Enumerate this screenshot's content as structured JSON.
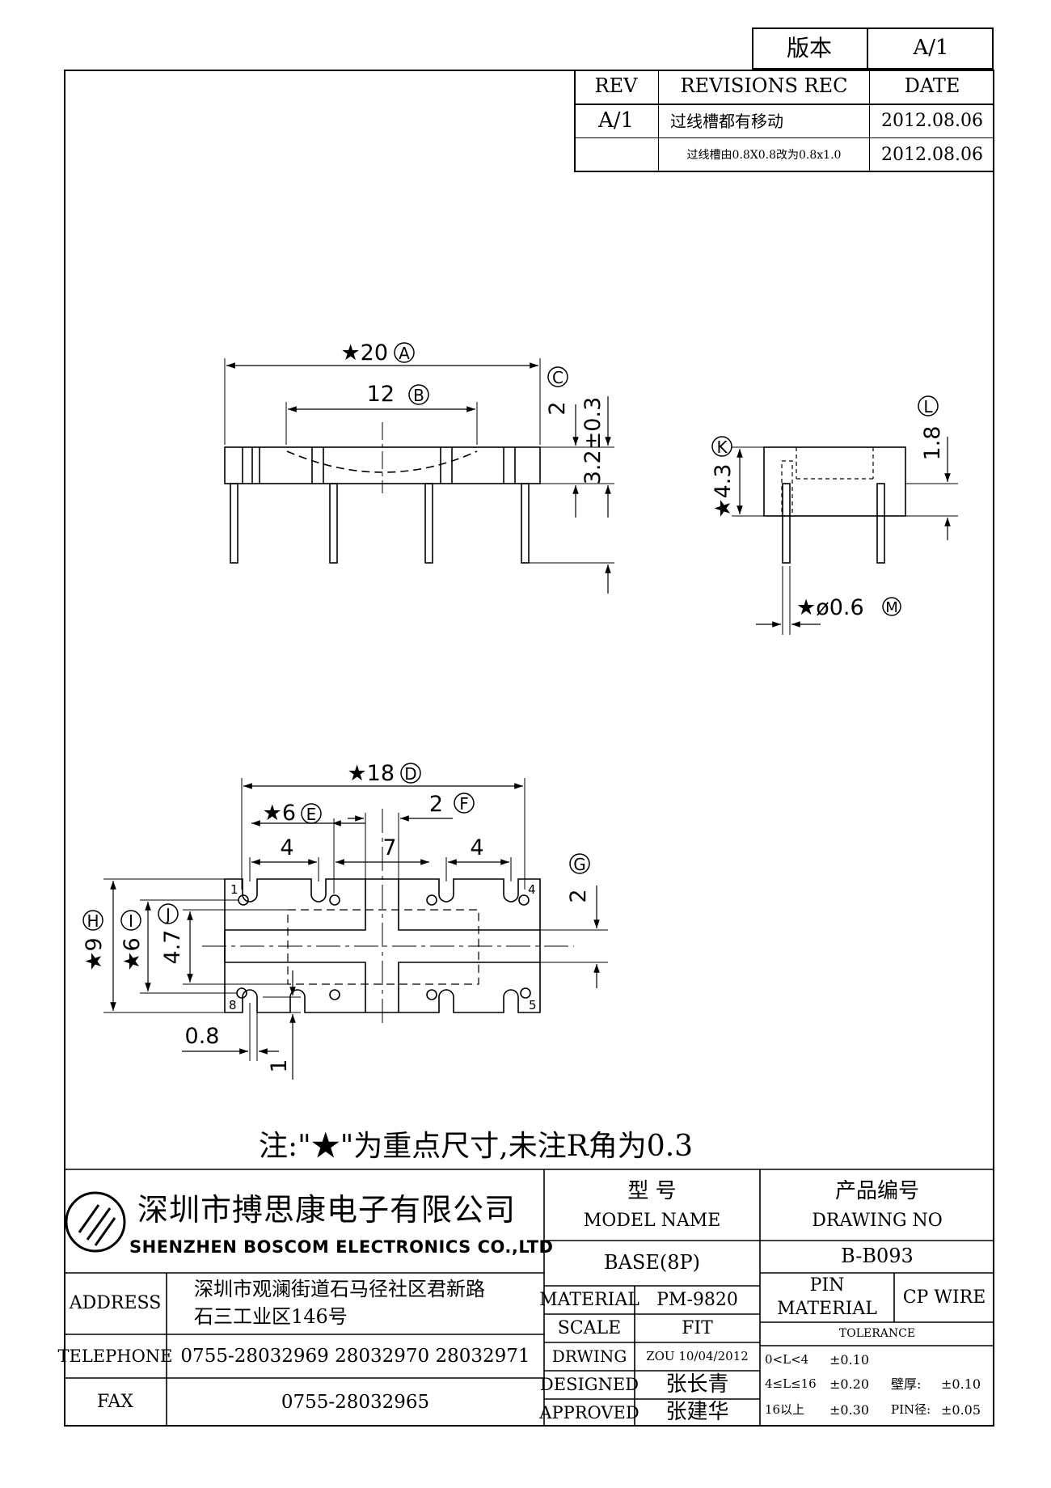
{
  "version_box": {
    "label": "版本",
    "value": "A/1"
  },
  "revisions": {
    "headers": {
      "rev": "REV",
      "rec": "REVISIONS REC",
      "date": "DATE"
    },
    "rows": [
      {
        "rev": "A/1",
        "rec": "过线槽都有移动",
        "date": "2012.08.06"
      },
      {
        "rev": "",
        "rec": "过线槽由0.8X0.8改为0.8x1.0",
        "date": "2012.08.06"
      }
    ]
  },
  "front_view": {
    "dim_a": "★20",
    "tag_a": "A",
    "dim_b": "12",
    "tag_b": "B",
    "dim_c": "2",
    "tag_c": "C",
    "dim_h32": "3.2±0.3"
  },
  "side_view": {
    "dim_k": "★4.3",
    "tag_k": "K",
    "dim_l": "1.8",
    "tag_l": "L",
    "dim_m": "★ø0.6",
    "tag_m": "M"
  },
  "top_view": {
    "dim_d": "★18",
    "tag_d": "D",
    "dim_e": "★6",
    "tag_e": "E",
    "dim_f": "2",
    "tag_f": "F",
    "dim_g": "2",
    "tag_g": "G",
    "dim_h": "★9",
    "tag_h": "H",
    "dim_i": "★6",
    "tag_i": "I",
    "dim_j": "4.7",
    "tag_j": "J",
    "dim_4_left": "4",
    "dim_7": "7",
    "dim_4_right": "4",
    "dim_08": "0.8",
    "dim_1": "1",
    "pin1": "1",
    "pin4": "4",
    "pin8": "8",
    "pin5": "5"
  },
  "note": "注:\"★\"为重点尺寸,未注R角为0.3",
  "title_block": {
    "company_cn": "深圳市搏思康电子有限公司",
    "company_en": "SHENZHEN BOSCOM ELECTRONICS CO.,LTD",
    "address_label": "ADDRESS",
    "address_line1": "深圳市观澜街道石马径社区君新路",
    "address_line2": "石三工业区146号",
    "telephone_label": "TELEPHONE",
    "telephone": "0755-28032969 28032970 28032971",
    "fax_label": "FAX",
    "fax": "0755-28032965",
    "model_name_cn": "型    号",
    "model_name_en": "MODEL NAME",
    "drawing_no_cn": "产品编号",
    "drawing_no_en": "DRAWING NO",
    "model": "BASE(8P)",
    "drawing_no": "B-B093",
    "material_label": "MATERIAL",
    "material": "PM-9820",
    "pin_material_label_1": "PIN",
    "pin_material_label_2": "MATERIAL",
    "pin_material": "CP WIRE",
    "scale_label": "SCALE",
    "scale": "FIT",
    "tolerance_label": "TOLERANCE",
    "drawing_label": "DRWING",
    "drawing_value": "ZOU 10/04/2012",
    "designed_label": "DESIGNED",
    "designed": "张长青",
    "approved_label": "APPROVED",
    "approved": "张建华",
    "tol_row1_range": "0<L<4",
    "tol_row1_val": "±0.10",
    "tol_row2_range": "4≤L≤16",
    "tol_row2_val": "±0.20",
    "tol_row3_range": "16以上",
    "tol_row3_val": "±0.30",
    "wall_label": "壁厚:",
    "wall_val": "±0.10",
    "pin_dia_label": "PIN径:",
    "pin_dia_val": "±0.05"
  }
}
